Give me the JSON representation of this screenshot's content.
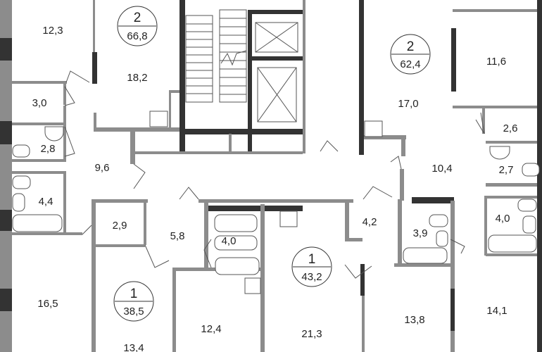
{
  "apartments": [
    {
      "rooms": "2",
      "area": "66,8"
    },
    {
      "rooms": "2",
      "area": "62,4"
    },
    {
      "rooms": "1",
      "area": "38,5"
    },
    {
      "rooms": "1",
      "area": "43,2"
    }
  ],
  "rooms": [
    "12,3",
    "18,2",
    "3,0",
    "2,8",
    "9,6",
    "4,4",
    "17,0",
    "11,6",
    "2,6",
    "10,4",
    "2,7",
    "4,0",
    "2,9",
    "5,8",
    "4,0",
    "16,5",
    "13,4",
    "12,4",
    "21,3",
    "4,2",
    "3,9",
    "13,8",
    "14,1"
  ]
}
